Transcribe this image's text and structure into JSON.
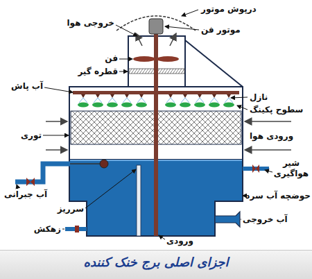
{
  "diagram": {
    "caption": "اجزای اصلی برج خنک کننده",
    "labels": [
      "درپوش موتور",
      "موتور فن",
      "خروجی هوا",
      "فن",
      "قطره گیر",
      "آب پاش",
      "نازل",
      "سطوح پکینگ",
      "توری",
      "ورودی هوا",
      "شیر هواگیری",
      "آب جبرانی",
      "حوضچه آب سرد",
      "سرریز",
      "آب خروجی",
      "زهکش",
      "ورودی"
    ]
  }
}
